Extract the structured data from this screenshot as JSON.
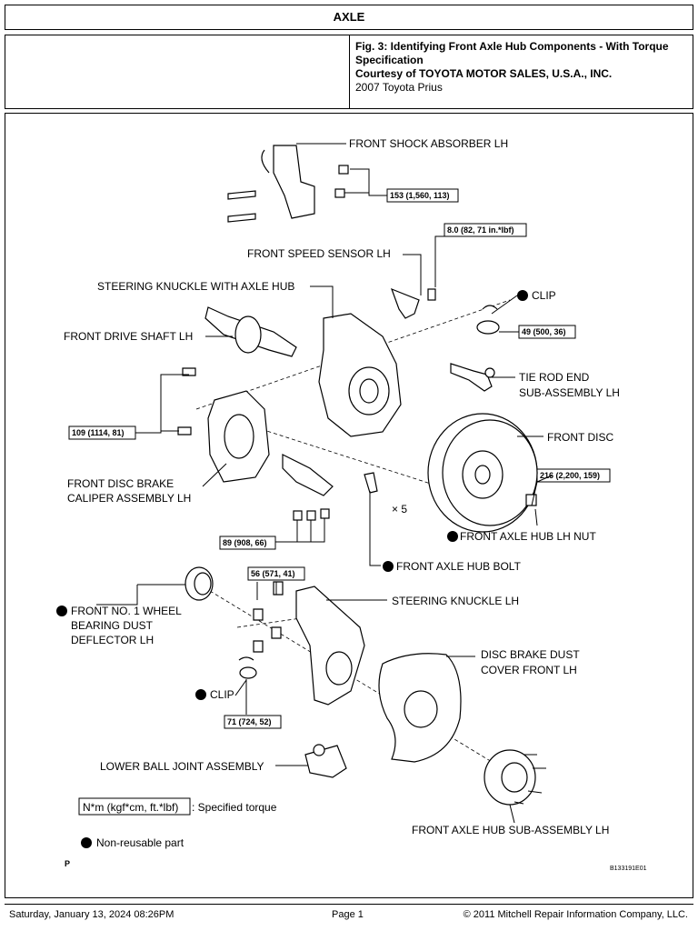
{
  "header": {
    "title": "AXLE"
  },
  "caption": {
    "fig_title": "Fig. 3: Identifying Front Axle Hub Components - With Torque Specification",
    "courtesy": "Courtesy of TOYOTA MOTOR SALES, U.S.A., INC.",
    "vehicle": "2007 Toyota Prius"
  },
  "diagram": {
    "labels": {
      "shock_absorber": "FRONT SHOCK ABSORBER LH",
      "speed_sensor": "FRONT SPEED SENSOR LH",
      "knuckle_hub": "STEERING KNUCKLE WITH AXLE HUB",
      "clip_top": "CLIP",
      "drive_shaft": "FRONT DRIVE SHAFT LH",
      "tie_rod_1": "TIE ROD END",
      "tie_rod_2": "SUB-ASSEMBLY LH",
      "front_disc": "FRONT DISC",
      "caliper_1": "FRONT DISC BRAKE",
      "caliper_2": "CALIPER ASSEMBLY LH",
      "times5": "× 5",
      "hub_nut": "FRONT AXLE HUB LH NUT",
      "hub_bolt": "FRONT AXLE HUB BOLT",
      "knuckle": "STEERING KNUCKLE LH",
      "dust_deflector_1": "FRONT NO. 1 WHEEL",
      "dust_deflector_2": "BEARING DUST",
      "dust_deflector_3": "DEFLECTOR LH",
      "dust_cover_1": "DISC BRAKE DUST",
      "dust_cover_2": "COVER FRONT LH",
      "clip_bottom": "CLIP",
      "ball_joint": "LOWER BALL JOINT ASSEMBLY",
      "hub_sub": "FRONT AXLE HUB SUB-ASSEMBLY LH",
      "legend_box": "N*m (kgf*cm, ft.*lbf)",
      "legend_torque": ": Specified torque",
      "legend_nonreusable": "Non-reusable part",
      "corner_p": "P",
      "code": "B133191E01"
    },
    "torques": {
      "t153": "153 (1,560, 113)",
      "t8": "8.0 (82, 71 in.*lbf)",
      "t49": "49 (500, 36)",
      "t109": "109 (1114, 81)",
      "t216": "216 (2,200, 159)",
      "t89": "89 (908, 66)",
      "t56": "56 (571, 41)",
      "t71": "71 (724, 52)"
    }
  },
  "footer": {
    "datetime": "Saturday, January 13, 2024  08:26PM",
    "page": "Page 1",
    "copyright": "© 2011 Mitchell Repair Information Company, LLC."
  }
}
